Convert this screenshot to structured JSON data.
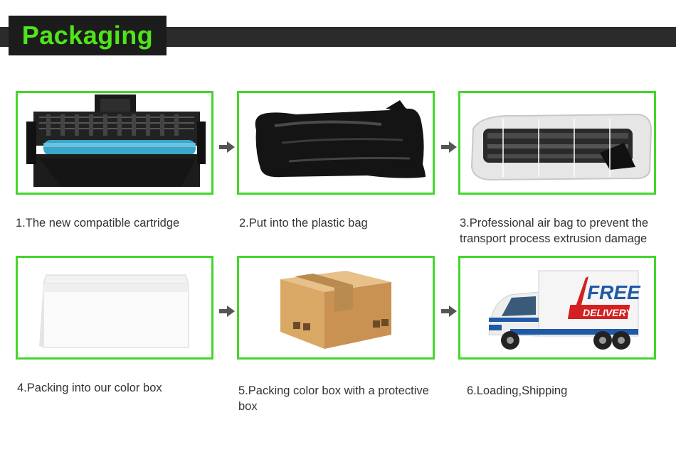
{
  "header": {
    "title": "Packaging"
  },
  "steps": [
    {
      "caption": "1.The new compatible cartridge",
      "image": "toner-cartridge"
    },
    {
      "caption": "2.Put into the plastic bag",
      "image": "black-plastic-bag"
    },
    {
      "caption": "3.Professional air bag to prevent the\n transport process extrusion damage",
      "image": "air-bag"
    },
    {
      "caption": "4.Packing into our color box",
      "image": "white-box"
    },
    {
      "caption": "5.Packing color box with a protective\nbox",
      "image": "cardboard-box"
    },
    {
      "caption": "6.Loading,Shipping",
      "image": "delivery-truck"
    }
  ],
  "truck": {
    "line1": "FREE",
    "line2": "DELIVERY"
  },
  "colors": {
    "accent": "#44d62c",
    "title": "#4ee51a",
    "bar": "#2b2b2b",
    "arrow": "#555555"
  }
}
